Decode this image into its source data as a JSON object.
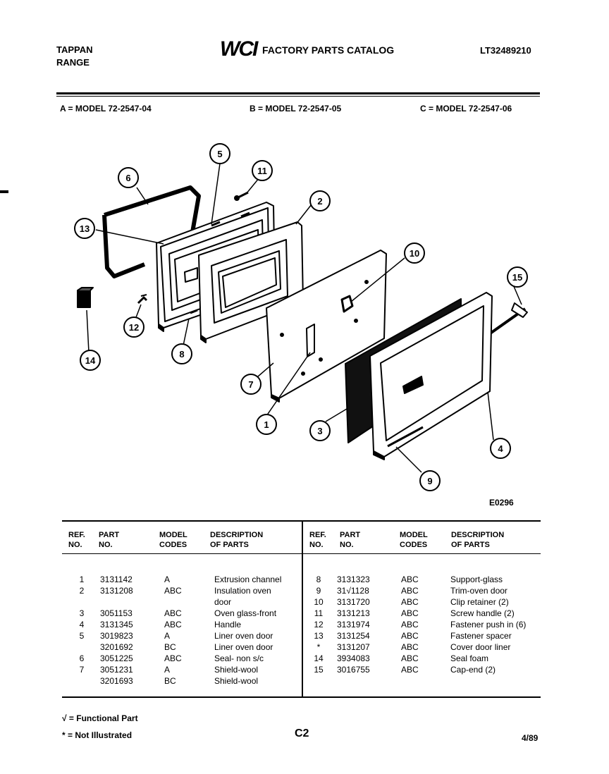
{
  "header": {
    "brand_line1": "TAPPAN",
    "brand_line2": "RANGE",
    "logo_text": "WCI",
    "catalog_title": "FACTORY PARTS CATALOG",
    "catalog_number": "LT32489210"
  },
  "models": {
    "a": "A = MODEL 72-2547-04",
    "b": "B = MODEL 72-2547-05",
    "c": "C = MODEL 72-2547-06"
  },
  "diagram": {
    "figure_id": "E0296",
    "callouts": [
      "1",
      "2",
      "3",
      "4",
      "5",
      "6",
      "7",
      "8",
      "9",
      "10",
      "11",
      "12",
      "13",
      "14",
      "15"
    ]
  },
  "table": {
    "headers": {
      "ref": "REF.\nNO.",
      "part": "PART\nNO.",
      "model": "MODEL\nCODES",
      "desc": "DESCRIPTION\nOF PARTS"
    },
    "left_rows": [
      {
        "ref": "1",
        "part": "3131142",
        "codes": "A",
        "desc": "Extrusion channel"
      },
      {
        "ref": "2",
        "part": "3131208",
        "codes": "ABC",
        "desc": "Insulation oven"
      },
      {
        "ref": "",
        "part": "",
        "codes": "",
        "desc": "door"
      },
      {
        "ref": "3",
        "part": "3051153",
        "codes": "ABC",
        "desc": "Oven glass-front"
      },
      {
        "ref": "4",
        "part": "3131345",
        "codes": "ABC",
        "desc": "Handle"
      },
      {
        "ref": "5",
        "part": "3019823",
        "codes": "A",
        "desc": "Liner oven door"
      },
      {
        "ref": "",
        "part": "3201692",
        "codes": "BC",
        "desc": "Liner oven door"
      },
      {
        "ref": "6",
        "part": "3051225",
        "codes": "ABC",
        "desc": "Seal- non s/c"
      },
      {
        "ref": "7",
        "part": "3051231",
        "codes": "A",
        "desc": "Shield-wool"
      },
      {
        "ref": "",
        "part": "3201693",
        "codes": "BC",
        "desc": "Shield-wool"
      }
    ],
    "right_rows": [
      {
        "ref": "8",
        "part": "3131323",
        "codes": "ABC",
        "desc": "Support-glass"
      },
      {
        "ref": "9",
        "part": "31√1128",
        "codes": "ABC",
        "desc": "Trim-oven door"
      },
      {
        "ref": "10",
        "part": "3131720",
        "codes": "ABC",
        "desc": "Clip retainer (2)"
      },
      {
        "ref": "11",
        "part": "3131213",
        "codes": "ABC",
        "desc": "Screw handle (2)"
      },
      {
        "ref": "12",
        "part": "3131974",
        "codes": "ABC",
        "desc": "Fastener push in (6)"
      },
      {
        "ref": "13",
        "part": "3131254",
        "codes": "ABC",
        "desc": "Fastener spacer"
      },
      {
        "ref": "*",
        "part": "3131207",
        "codes": "ABC",
        "desc": "Cover door liner"
      },
      {
        "ref": "14",
        "part": "3934083",
        "codes": "ABC",
        "desc": "Seal foam"
      },
      {
        "ref": "15",
        "part": "3016755",
        "codes": "ABC",
        "desc": "Cap-end (2)"
      }
    ]
  },
  "footer": {
    "legend_functional": "√ = Functional Part",
    "legend_not_illustrated": "* = Not Illustrated",
    "page_code": "C2",
    "date": "4/89"
  }
}
